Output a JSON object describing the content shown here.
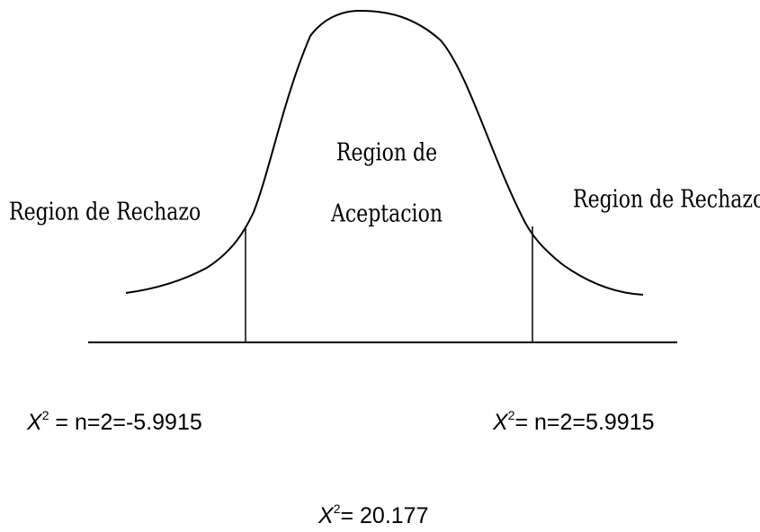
{
  "regions": {
    "left_label": "Region de Rechazo",
    "center_label_line1": "Region de",
    "center_label_line2": "Aceptacion",
    "right_label": "Region de Rechazo"
  },
  "formulas": {
    "variable": "X",
    "exponent": "2",
    "left_value": " = n=2=-5.9915",
    "right_value": "= n=2=5.9915",
    "bottom_value": "= 20.177"
  },
  "colors": {
    "line": "#000000",
    "background": "#ffffff"
  }
}
